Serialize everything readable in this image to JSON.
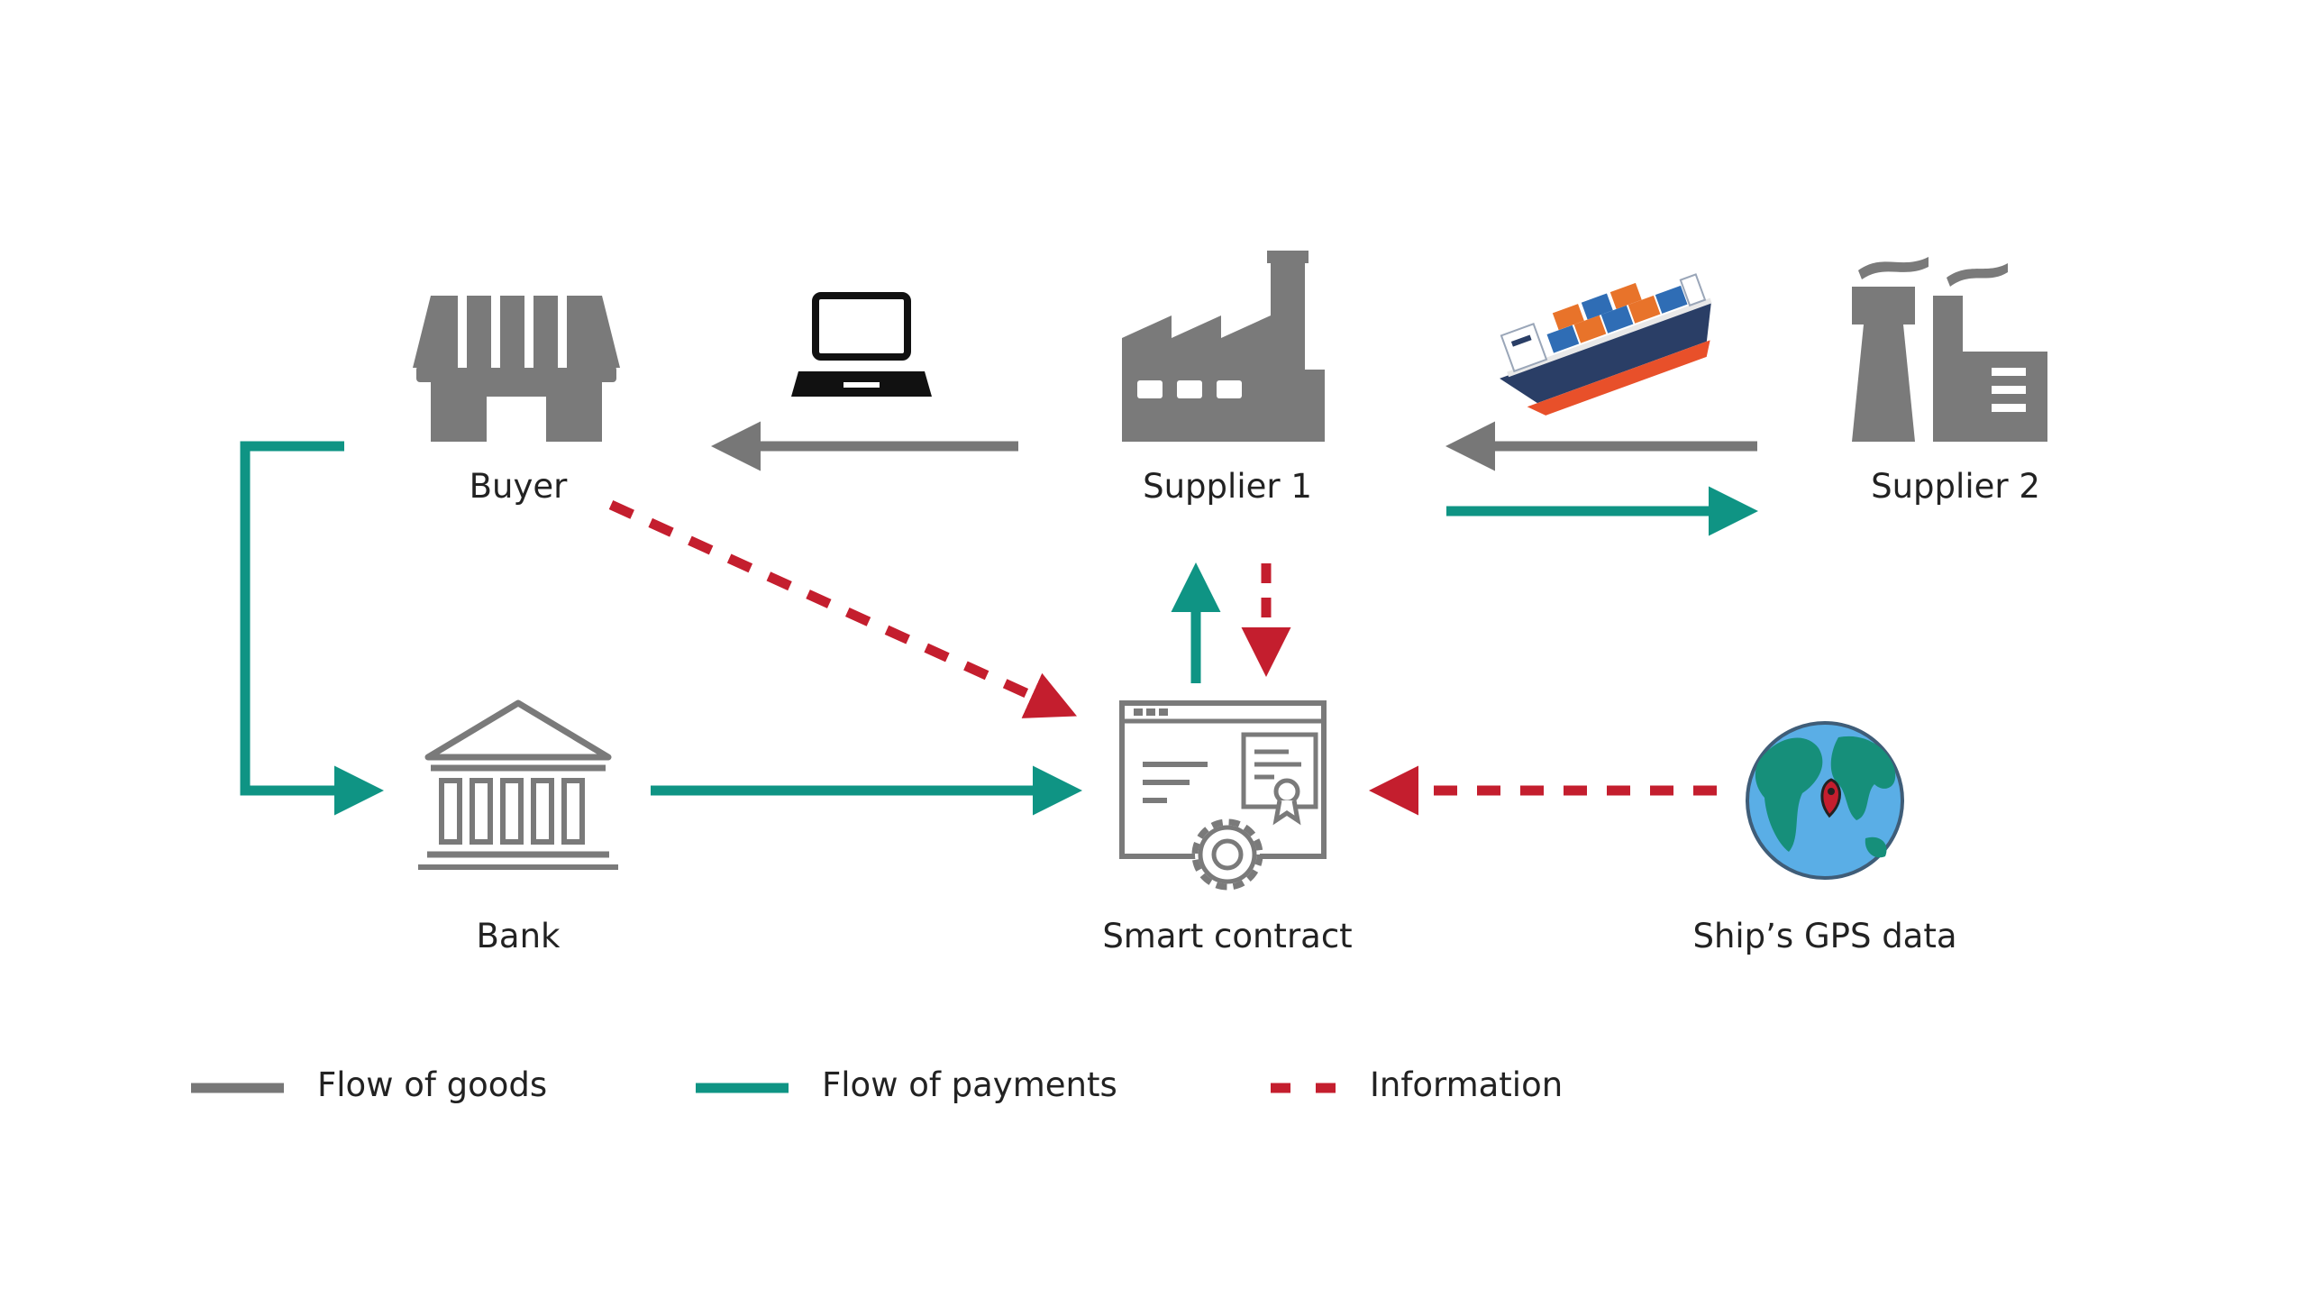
{
  "nodes": {
    "buyer": "Buyer",
    "supplier_1": "Supplier 1",
    "supplier_2": "Supplier 2",
    "bank": "Bank",
    "smart_contract": "Smart contract",
    "gps": "Ship’s GPS data"
  },
  "legend": {
    "goods": "Flow of goods",
    "payments": "Flow of payments",
    "information": "Information"
  },
  "colors": {
    "goods": "#777777",
    "payments": "#0f9484",
    "information": "#c41e2e",
    "icon": "#7a7a7a",
    "globe_water": "#5aaee6",
    "globe_land": "#168f7a"
  }
}
